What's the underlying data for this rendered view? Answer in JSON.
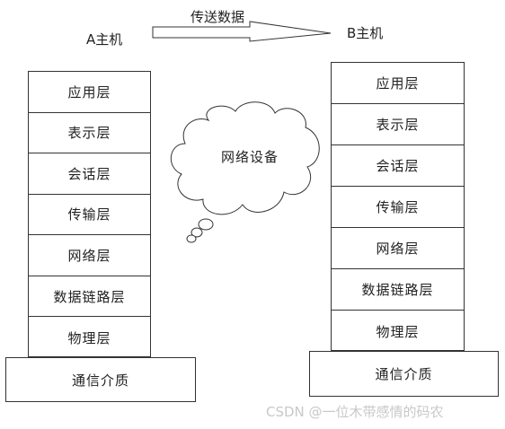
{
  "transfer_label": "传送数据",
  "host_a": {
    "title": "A主机",
    "layers": [
      "应用层",
      "表示层",
      "会话层",
      "传输层",
      "网络层",
      "数据链路层",
      "物理层"
    ],
    "medium": "通信介质"
  },
  "host_b": {
    "title": "B主机",
    "layers": [
      "应用层",
      "表示层",
      "会话层",
      "传输层",
      "网络层",
      "数据链路层",
      "物理层"
    ],
    "medium": "通信介质"
  },
  "network_device": "网络设备",
  "watermark": "CSDN @一位木带感情的码农"
}
